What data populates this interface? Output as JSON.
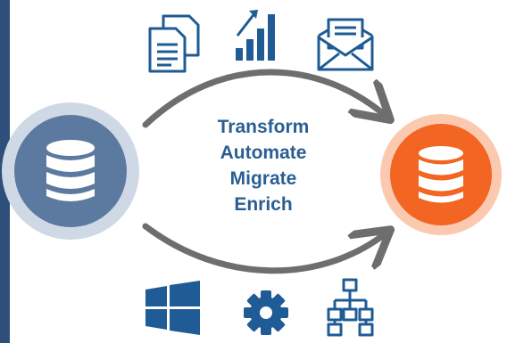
{
  "center_labels": [
    "Transform",
    "Automate",
    "Migrate",
    "Enrich"
  ],
  "source_database": {
    "icon": "database-icon"
  },
  "target_database": {
    "icon": "database-icon"
  },
  "top_icons": [
    "documents-icon",
    "bar-chart-icon",
    "email-icon"
  ],
  "bottom_icons": [
    "windows-logo-icon",
    "gear-icon",
    "hierarchy-icon"
  ],
  "colors": {
    "frame_bar": "#2e4f79",
    "icon_blue": "#1f5b94",
    "text_blue": "#2b5e92",
    "source_fill": "#5c7aa0",
    "source_ring": "#cfd9e5",
    "target_fill": "#f26522",
    "target_ring": "#fbc9b0",
    "arrow_gray": "#6e6e6e"
  }
}
